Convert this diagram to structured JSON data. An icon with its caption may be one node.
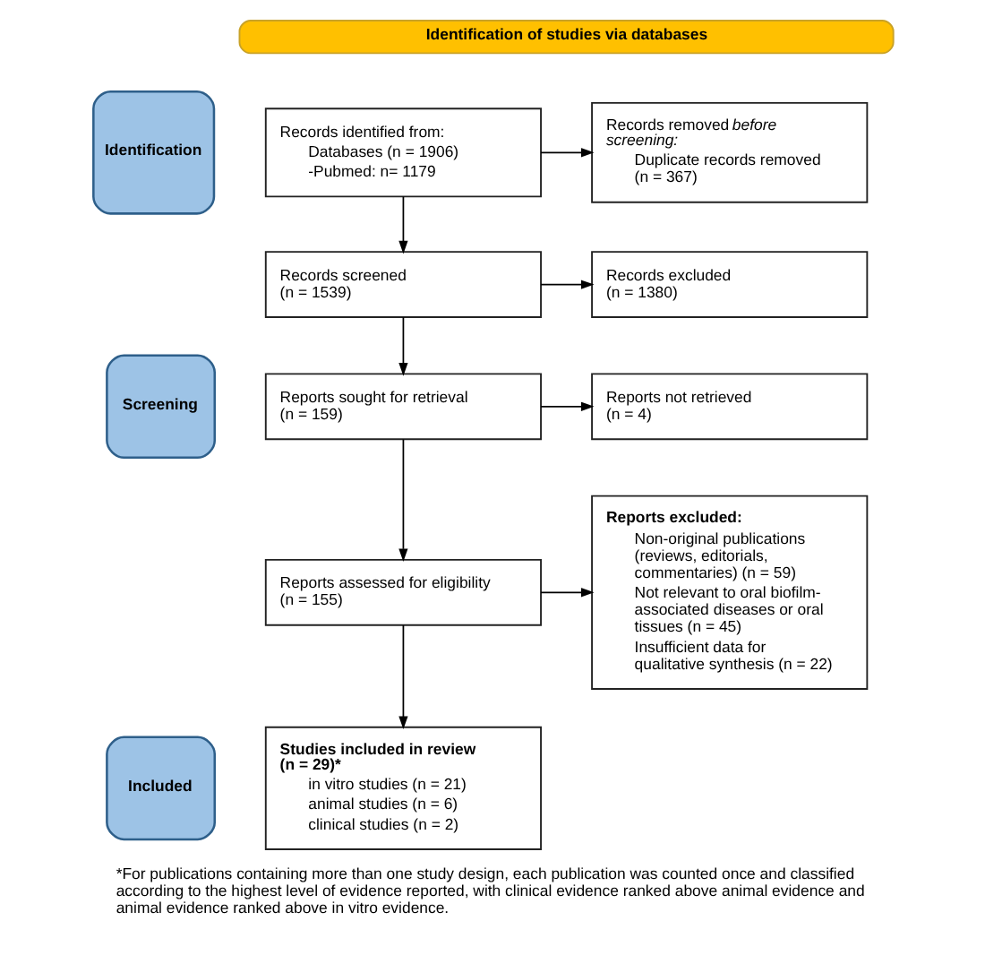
{
  "diagram": {
    "caption": "*For publications containing more than one study design, each publication was counted once and classified according to the highest level of evidence reported, with clinical evidence ranked above animal evidence and animal evidence ranked above in vitro evidence.",
    "nodes": [
      {
        "text": [
          "Identification of studies via databases"
        ]
      },
      {
        "text": [
          "Identification"
        ]
      },
      {
        "text": [
          "Records identified from:",
          "Databases (n = 1906)",
          "-Pubmed: n= 1179"
        ]
      },
      {
        "text": [
          "Records removed before screening:",
          "Duplicate records removed (n = 367)"
        ]
      },
      {
        "text": [
          "Screening"
        ]
      },
      {
        "text": [
          "Records screened (n = 1539)"
        ]
      },
      {
        "text": [
          "Records excluded (n = 1380)"
        ]
      },
      {
        "text": [
          "Reports sought for retrieval (n = 159)"
        ]
      },
      {
        "text": [
          "Reports not retrieved (n = 4)"
        ]
      },
      {
        "text": [
          "Reports assessed for eligibility (n = 155)"
        ]
      },
      {
        "text": [
          "Reports excluded:",
          "Non-original publications (reviews, editorials, commentaries) (n = 59)",
          "Not relevant to oral biofilm-associated diseases or oral tissues (n = 45)",
          "Insufficient data for qualitative synthesis (n = 22)"
        ]
      },
      {
        "text": [
          "Included"
        ]
      },
      {
        "text": [
          "Studies included in review (n = 29)*",
          "in vitro studies (n = 21)",
          "animal studies (n = 6)",
          "clinical studies (n = 2)"
        ]
      }
    ],
    "edges": [
      {
        "from": 2,
        "to": 3,
        "arrow": "to"
      },
      {
        "from": 2,
        "to": 5,
        "arrow": "to"
      },
      {
        "from": 5,
        "to": 6,
        "arrow": "to"
      },
      {
        "from": 5,
        "to": 7,
        "arrow": "to"
      },
      {
        "from": 7,
        "to": 8,
        "arrow": "to"
      },
      {
        "from": 7,
        "to": 9,
        "arrow": "to"
      },
      {
        "from": 9,
        "to": 10,
        "arrow": "to"
      },
      {
        "from": 9,
        "to": 12,
        "arrow": "to"
      }
    ]
  }
}
